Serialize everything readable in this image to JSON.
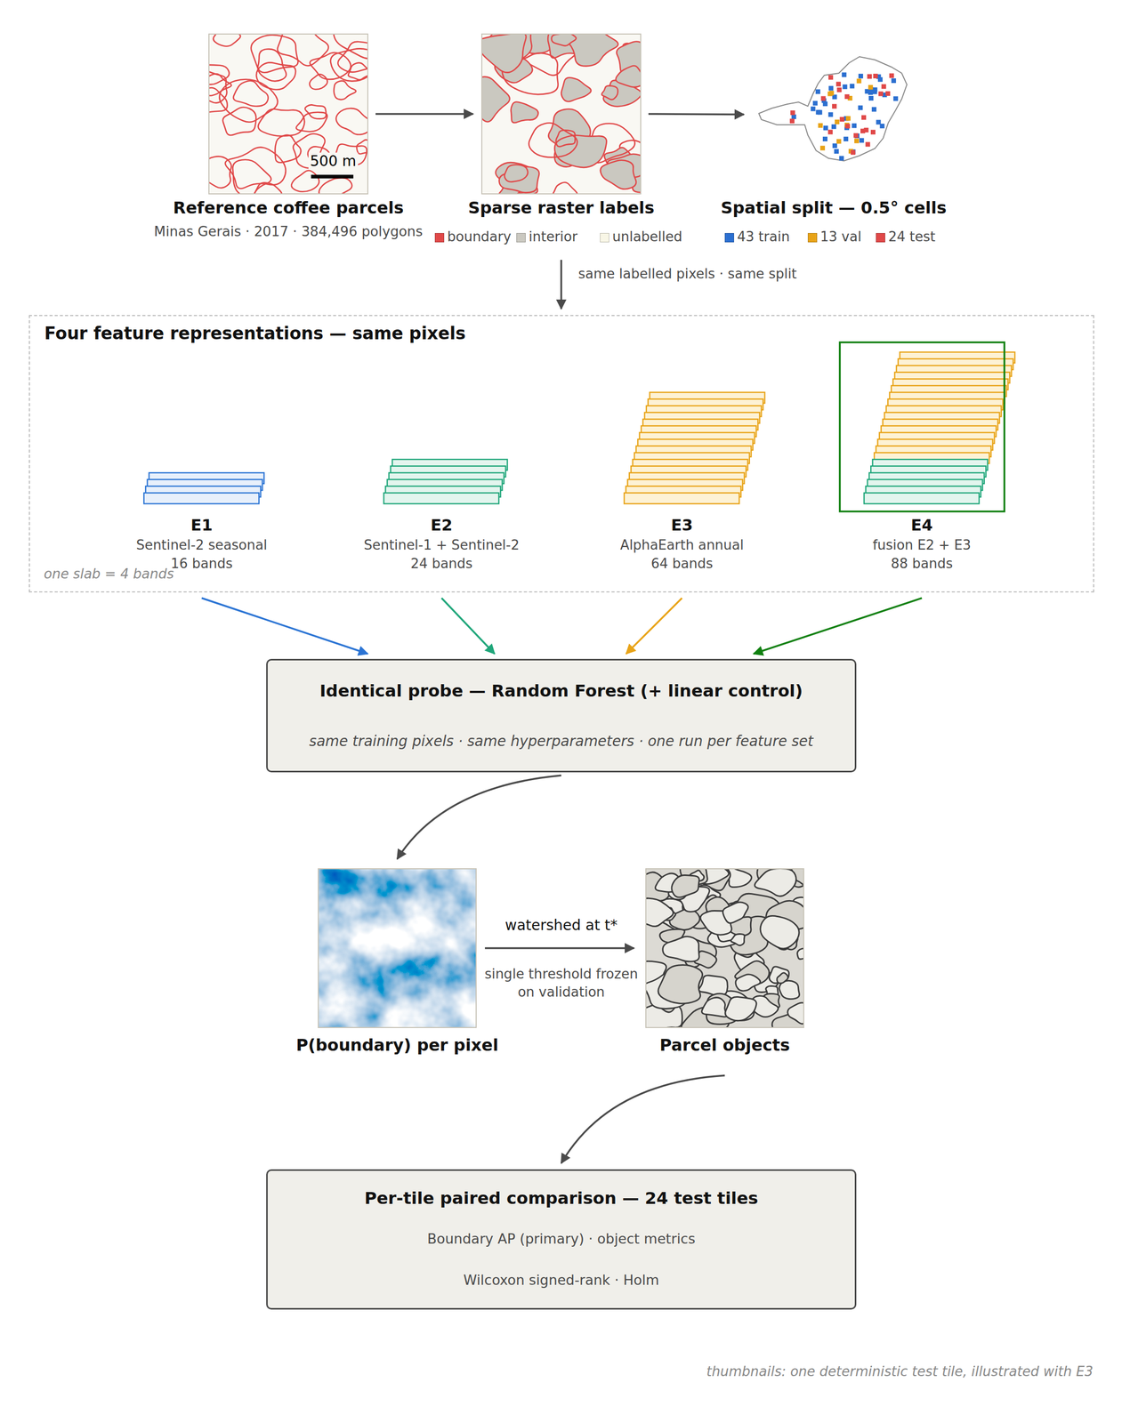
{
  "diagram": {
    "nodes": [
      {
        "text": [
          "Reference coffee parcels",
          "Minas Gerais · 2017 · 384,496 polygons"
        ]
      },
      {
        "text": [
          "Sparse raster labels"
        ]
      },
      {
        "text": [
          "Spatial split — 0.5° cells"
        ]
      },
      {
        "text": [
          "Four feature representations — same pixels"
        ]
      },
      {
        "text": [
          "E1",
          "Sentinel-2 seasonal",
          "16 bands"
        ],
        "in": 3
      },
      {
        "text": [
          "E2",
          "Sentinel-1 + Sentinel-2",
          "24 bands"
        ],
        "in": 3
      },
      {
        "text": [
          "E3",
          "AlphaEarth annual",
          "64 bands"
        ],
        "in": 3
      },
      {
        "text": [
          "E4",
          "fusion E2 + E3",
          "88 bands"
        ],
        "in": 3
      },
      {
        "text": [
          "Identical probe — Random Forest (+ linear control)",
          "same training pixels · same hyperparameters · one run per feature set"
        ]
      },
      {
        "text": [
          "P(boundary) per pixel"
        ]
      },
      {
        "text": [
          "Parcel objects"
        ]
      },
      {
        "text": [
          "Per-tile paired comparison — 24 test tiles",
          "Boundary AP (primary) · object metrics",
          "Wilcoxon signed-rank · Holm"
        ]
      }
    ],
    "edges": [
      {
        "from": 0,
        "to": 1,
        "arrow": "to"
      },
      {
        "from": 1,
        "to": 2,
        "arrow": "to"
      },
      {
        "from": 1,
        "to": 3,
        "label": "same labelled pixels · same split",
        "arrow": "to"
      },
      {
        "from": 4,
        "to": 8,
        "arrow": "to"
      },
      {
        "from": 5,
        "to": 8,
        "arrow": "to"
      },
      {
        "from": 6,
        "to": 8,
        "arrow": "to"
      },
      {
        "from": 7,
        "to": 8,
        "arrow": "to"
      },
      {
        "from": 8,
        "to": 9,
        "arrow": "to"
      },
      {
        "from": 9,
        "to": 10,
        "label": "watershed at t*",
        "arrow": "to"
      },
      {
        "from": 10,
        "to": 11,
        "arrow": "to"
      }
    ],
    "labels": [
      "500 m",
      "one slab = 4 bands",
      "single threshold frozen on validation",
      "thumbnails: one deterministic test tile, illustrated with E3"
    ],
    "legend": [
      {
        "text": "boundary",
        "color": "#e04848"
      },
      {
        "text": "interior",
        "color": "#cac8c0"
      },
      {
        "text": "unlabelled",
        "color": "#f8f6e6"
      },
      {
        "text": "43 train",
        "color": "#2b6fd0"
      },
      {
        "text": "13 val",
        "color": "#e8a317"
      },
      {
        "text": "24 test",
        "color": "#e04848"
      }
    ]
  }
}
